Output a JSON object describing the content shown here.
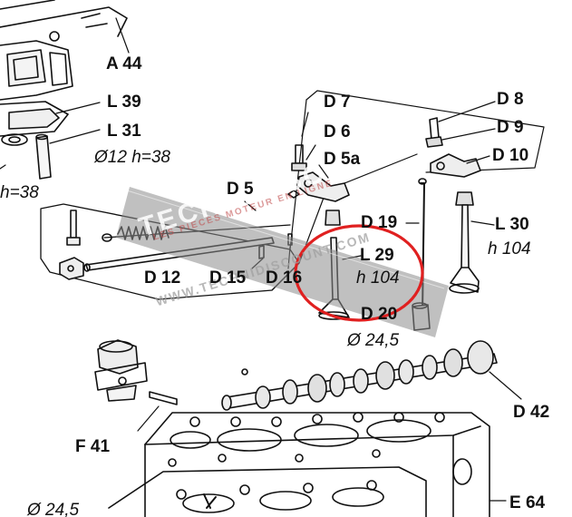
{
  "labels": {
    "A44": "A 44",
    "L39": "L 39",
    "L31": "L 31",
    "D7": "D 7",
    "D6": "D 6",
    "D5a": "D 5a",
    "D8": "D 8",
    "D9": "D 9",
    "D10": "D 10",
    "D5": "D 5",
    "D19": "D 19",
    "L30": "L 30",
    "L29": "L 29",
    "D12": "D 12",
    "D15": "D 15",
    "D16": "D 16",
    "D20": "D 20",
    "D42": "D 42",
    "F41": "F 41",
    "E64": "E 64"
  },
  "dimensions": {
    "d12_h38": "Ø12 h=38",
    "h38_left": "h=38",
    "h104_l30": "h 104",
    "h104_l29": "h 104",
    "d24_5": "Ø 24,5",
    "d24_5_bottom": "Ø 24,5"
  },
  "watermark": {
    "logo": "TECHNIDISCOUNT",
    "tagline": "LES PIECES MOTEUR EN LIGNE",
    "url": "WWW.TECHNIDISCOUNT.COM"
  },
  "colors": {
    "ink": "#111111",
    "highlight_circle": "#e02020",
    "watermark_band": "#8c8c8c"
  }
}
